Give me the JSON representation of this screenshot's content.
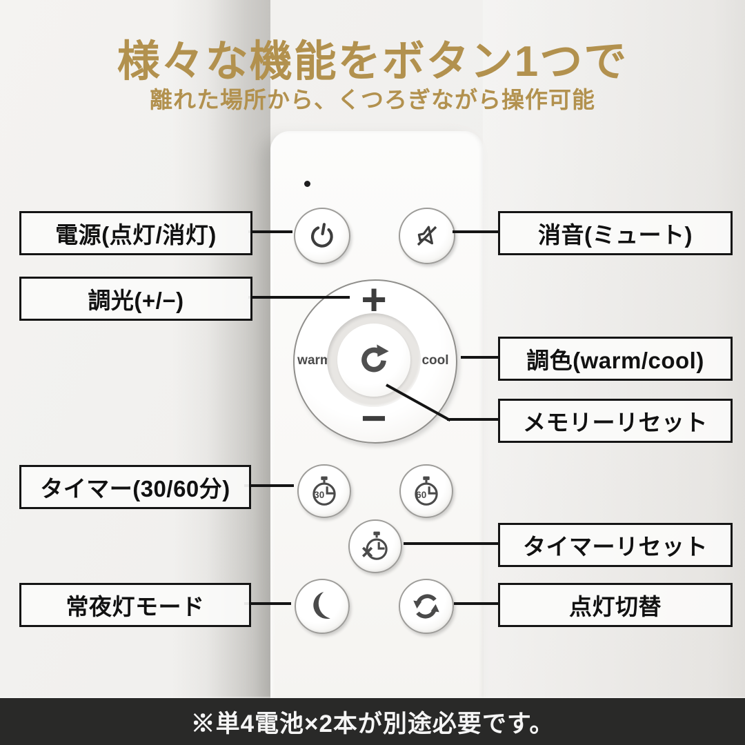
{
  "header": {
    "title": "様々な機能をボタン1つで",
    "subtitle": "離れた場所から、くつろぎながら操作可能"
  },
  "callouts": {
    "power": "電源(点灯/消灯)",
    "mute": "消音(ミュート)",
    "dimming": "調光(+/−)",
    "color_temp": "調色(warm/cool)",
    "memory_reset": "メモリーリセット",
    "timer": "タイマー(30/60分)",
    "timer_reset": "タイマーリセット",
    "night_light": "常夜灯モード",
    "light_switch": "点灯切替"
  },
  "remote": {
    "dial": {
      "plus": "+",
      "minus": "−",
      "warm": "warm",
      "cool": "cool"
    },
    "timer_30": "30",
    "timer_60": "60"
  },
  "footer": {
    "note": "※単4電池×2本が別途必要です。"
  },
  "colors": {
    "accent_gold": "#b2914e",
    "callout_border": "#141414",
    "footer_bg": "#292928",
    "icon_gray": "#4a4a4a",
    "wall": "#f0efed",
    "remote_body": "#fafaf8"
  }
}
